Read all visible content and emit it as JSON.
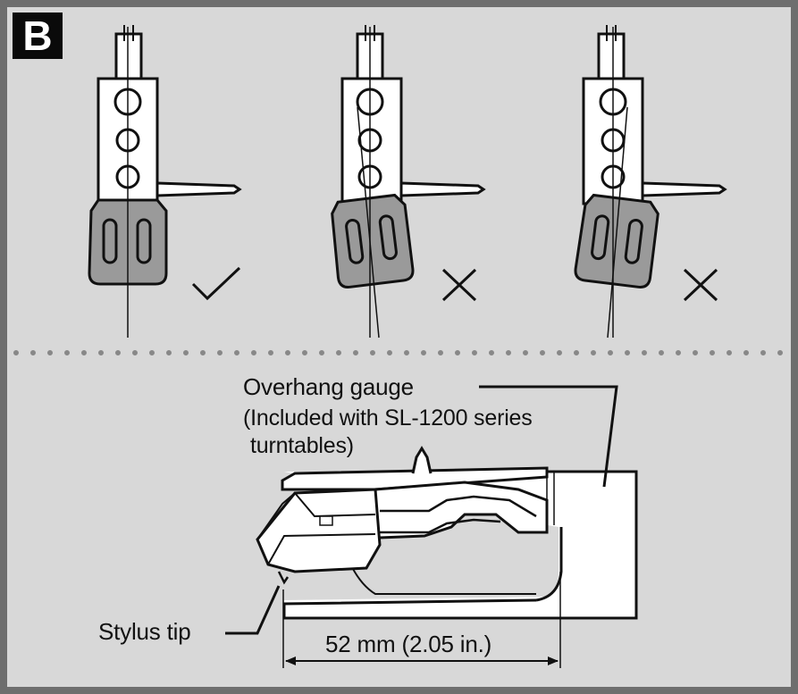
{
  "figure": {
    "badge": "B",
    "mark_icons": [
      "check-icon",
      "cross-icon",
      "cross-icon"
    ]
  },
  "gauge": {
    "name": "Overhang gauge",
    "note_line1": "(Included with SL-1200 series",
    "note_line2": "turntables)",
    "stylus_label": "Stylus tip",
    "dimension_label": "52 mm (2.05 in.)"
  },
  "colors": {
    "panel_background": "#d8d8d8",
    "border": "#6e6e6e",
    "cartridge_body": "#9a9a9a",
    "line": "#111111"
  }
}
